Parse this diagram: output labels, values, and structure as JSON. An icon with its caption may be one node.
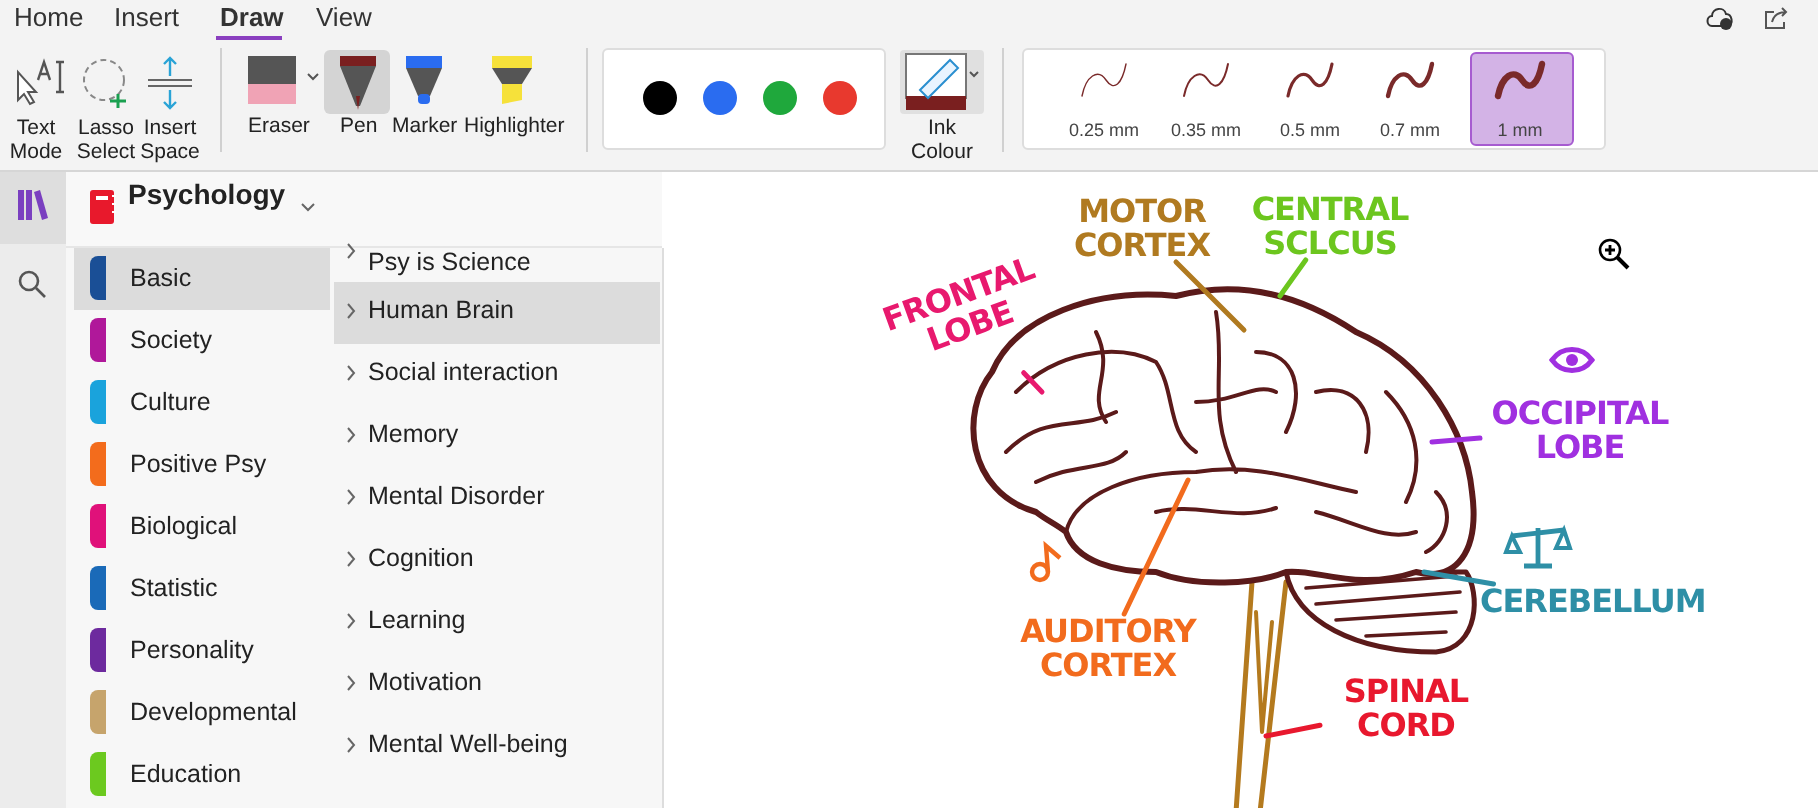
{
  "diagram": {
    "nodes": [
      {
        "text": [
          "FRONTAL LOBE"
        ]
      },
      {
        "text": [
          "MOTOR CORTEX"
        ]
      },
      {
        "text": [
          "CENTRAL SCLCUS"
        ]
      },
      {
        "text": [
          "OCCIPITAL LOBE"
        ]
      },
      {
        "text": [
          "CEREBELLUM"
        ]
      },
      {
        "text": [
          "AUDITORY CORTEX"
        ]
      },
      {
        "text": [
          "SPINAL CORD"
        ]
      }
    ],
    "edges": [
      {
        "from": 0,
        "to": null,
        "arrow": "none",
        "color": "#e8196e"
      },
      {
        "from": 1,
        "to": null,
        "arrow": "none",
        "color": "#b07a20"
      },
      {
        "from": 2,
        "to": null,
        "arrow": "none",
        "color": "#6cc61e"
      },
      {
        "from": 3,
        "to": null,
        "arrow": "none",
        "color": "#a030e0"
      },
      {
        "from": 4,
        "to": null,
        "arrow": "none",
        "color": "#2e8fa6"
      },
      {
        "from": 5,
        "to": null,
        "arrow": "none",
        "color": "#f26b1d"
      },
      {
        "from": 6,
        "to": null,
        "arrow": "none",
        "color": "#e8182e"
      }
    ],
    "labels": [
      "Home",
      "Insert",
      "Draw",
      "View",
      "Text Mode",
      "Lasso Select",
      "Insert Space",
      "Eraser",
      "Pen",
      "Marker",
      "Highlighter",
      "Ink Colour",
      "0.25 mm",
      "0.35 mm",
      "0.5 mm",
      "0.7 mm",
      "1 mm",
      "Psychology",
      "Basic",
      "Society",
      "Culture",
      "Positive Psy",
      "Biological",
      "Statistic",
      "Personality",
      "Developmental",
      "Education",
      "Psy is Science",
      "Human Brain",
      "Social interaction",
      "Memory",
      "Mental Disorder",
      "Cognition",
      "Learning",
      "Motivation",
      "Mental Well-being"
    ]
  }
}
